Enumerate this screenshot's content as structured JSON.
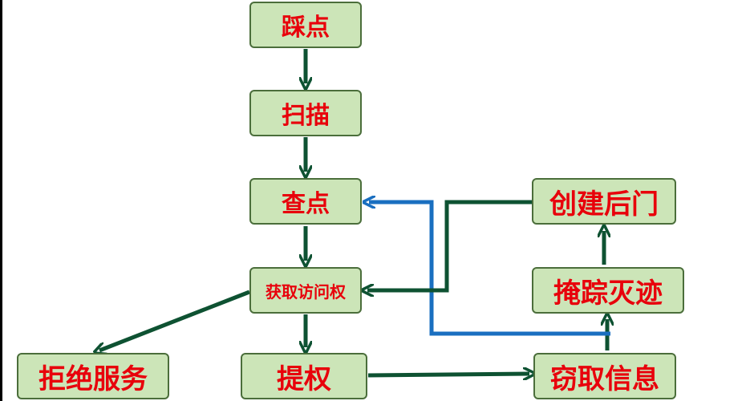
{
  "colors": {
    "node_fill": "#cce5b8",
    "node_border": "#4b6e3b",
    "node_text": "#e8000b",
    "arrow_green": "#0e5232",
    "arrow_blue": "#1a6fc0"
  },
  "nodes": {
    "footprinting": "踩点",
    "scanning": "扫描",
    "enumeration": "查点",
    "gain_access": "获取访问权",
    "privilege_escalation": "提权",
    "denial_of_service": "拒绝服务",
    "steal_info": "窃取信息",
    "cover_tracks": "掩踪灭迹",
    "create_backdoor": "创建后门"
  },
  "edges": [
    {
      "from": "footprinting",
      "to": "scanning",
      "color": "arrow_green"
    },
    {
      "from": "scanning",
      "to": "enumeration",
      "color": "arrow_green"
    },
    {
      "from": "enumeration",
      "to": "gain_access",
      "color": "arrow_green"
    },
    {
      "from": "gain_access",
      "to": "privilege_escalation",
      "color": "arrow_green"
    },
    {
      "from": "gain_access",
      "to": "denial_of_service",
      "color": "arrow_green"
    },
    {
      "from": "privilege_escalation",
      "to": "steal_info",
      "color": "arrow_green"
    },
    {
      "from": "steal_info",
      "to": "cover_tracks",
      "color": "arrow_green"
    },
    {
      "from": "cover_tracks",
      "to": "create_backdoor",
      "color": "arrow_green"
    },
    {
      "from": "create_backdoor",
      "to": "gain_access",
      "color": "arrow_green"
    },
    {
      "from": "cover_tracks",
      "to": "enumeration",
      "color": "arrow_blue"
    }
  ]
}
